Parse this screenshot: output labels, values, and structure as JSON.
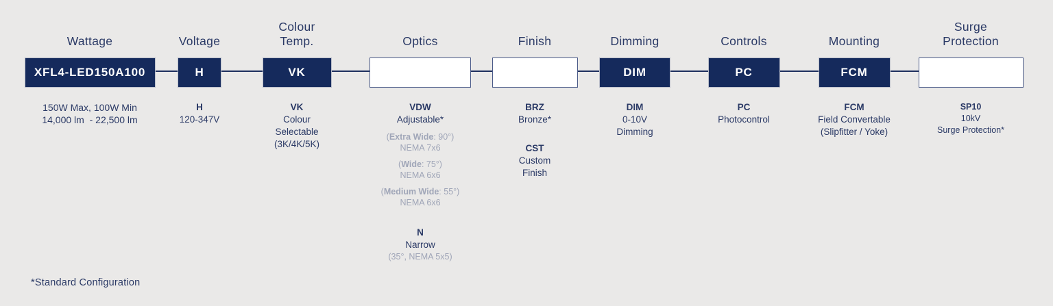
{
  "colors": {
    "background": "#eae9e8",
    "box_fill_navy": "#152a5c",
    "connector_navy": "#1d2f5e",
    "text_navy": "#2b3a66",
    "muted_gray": "#a0a6b8",
    "dark_box_border": "#b9bdc9",
    "empty_box_border": "#4a5a88",
    "box_label_white": "#ffffff"
  },
  "footnote": "*Standard Configuration",
  "columns": [
    {
      "id": "wattage",
      "header_lines": [
        "Wattage"
      ],
      "box": {
        "code": "XFL4-LED150A100",
        "filled": true
      },
      "blocks": [
        {
          "gap": 0,
          "lines": [
            {
              "text": "150W Max, 100W Min",
              "bold": false,
              "color": "navy"
            },
            {
              "text": "14,000 lm  - 22,500 lm",
              "bold": false,
              "color": "navy"
            }
          ]
        }
      ]
    },
    {
      "id": "voltage",
      "header_lines": [
        "Voltage"
      ],
      "box": {
        "code": "H",
        "filled": true
      },
      "blocks": [
        {
          "gap": 0,
          "lines": [
            {
              "text": "H",
              "bold": true,
              "color": "navy"
            },
            {
              "text": "120-347V",
              "bold": false,
              "color": "navy"
            }
          ]
        }
      ]
    },
    {
      "id": "colour-temp",
      "header_lines": [
        "Colour",
        "Temp."
      ],
      "box": {
        "code": "VK",
        "filled": true
      },
      "blocks": [
        {
          "gap": 0,
          "lines": [
            {
              "text": "VK",
              "bold": true,
              "color": "navy"
            },
            {
              "text": "Colour",
              "bold": false,
              "color": "navy"
            },
            {
              "text": "Selectable",
              "bold": false,
              "color": "navy"
            },
            {
              "text": "(3K/4K/5K)",
              "bold": false,
              "color": "navy"
            }
          ]
        }
      ]
    },
    {
      "id": "optics",
      "header_lines": [
        "Optics"
      ],
      "box": {
        "code": "",
        "filled": false
      },
      "blocks": [
        {
          "gap": 0,
          "lines": [
            {
              "text": "VDW",
              "bold": true,
              "color": "navy"
            },
            {
              "text": "Adjustable*",
              "bold": false,
              "color": "navy"
            }
          ]
        },
        {
          "gap": 8,
          "lines": [
            {
              "parts": [
                {
                  "text": "(",
                  "bold": false
                },
                {
                  "text": "Extra Wide",
                  "bold": true
                },
                {
                  "text": ": 90°)",
                  "bold": false
                }
              ],
              "color": "gray"
            },
            {
              "text": "NEMA 7x6",
              "bold": false,
              "color": "gray"
            }
          ]
        },
        {
          "gap": 8,
          "lines": [
            {
              "parts": [
                {
                  "text": "(",
                  "bold": false
                },
                {
                  "text": "Wide",
                  "bold": true
                },
                {
                  "text": ": 75°)",
                  "bold": false
                }
              ],
              "color": "gray"
            },
            {
              "text": "NEMA 6x6",
              "bold": false,
              "color": "gray"
            }
          ]
        },
        {
          "gap": 8,
          "lines": [
            {
              "parts": [
                {
                  "text": "(",
                  "bold": false
                },
                {
                  "text": "Medium Wide",
                  "bold": true
                },
                {
                  "text": ": 55°)",
                  "bold": false
                }
              ],
              "color": "gray"
            },
            {
              "text": "NEMA 6x6",
              "bold": false,
              "color": "gray"
            }
          ]
        },
        {
          "gap": 27,
          "lines": [
            {
              "text": "N",
              "bold": true,
              "color": "navy"
            },
            {
              "text": "Narrow",
              "bold": false,
              "color": "navy"
            },
            {
              "text": "(35°, NEMA 5x5)",
              "bold": false,
              "color": "gray"
            }
          ]
        }
      ]
    },
    {
      "id": "finish",
      "header_lines": [
        "Finish"
      ],
      "box": {
        "code": "",
        "filled": false
      },
      "blocks": [
        {
          "gap": 0,
          "lines": [
            {
              "text": "BRZ",
              "bold": true,
              "color": "navy"
            },
            {
              "text": "Bronze*",
              "bold": false,
              "color": "navy"
            }
          ]
        },
        {
          "gap": 24,
          "lines": [
            {
              "text": "CST",
              "bold": true,
              "color": "navy"
            },
            {
              "text": "Custom",
              "bold": false,
              "color": "navy"
            },
            {
              "text": "Finish",
              "bold": false,
              "color": "navy"
            }
          ]
        }
      ]
    },
    {
      "id": "dimming",
      "header_lines": [
        "Dimming"
      ],
      "box": {
        "code": "DIM",
        "filled": true
      },
      "blocks": [
        {
          "gap": 0,
          "lines": [
            {
              "text": "DIM",
              "bold": true,
              "color": "navy"
            },
            {
              "text": "0-10V",
              "bold": false,
              "color": "navy"
            },
            {
              "text": "Dimming",
              "bold": false,
              "color": "navy"
            }
          ]
        }
      ]
    },
    {
      "id": "controls",
      "header_lines": [
        "Controls"
      ],
      "box": {
        "code": "PC",
        "filled": true
      },
      "blocks": [
        {
          "gap": 0,
          "lines": [
            {
              "text": "PC",
              "bold": true,
              "color": "navy"
            },
            {
              "text": "Photocontrol",
              "bold": false,
              "color": "navy"
            }
          ]
        }
      ]
    },
    {
      "id": "mounting",
      "header_lines": [
        "Mounting"
      ],
      "box": {
        "code": "FCM",
        "filled": true
      },
      "blocks": [
        {
          "gap": 0,
          "lines": [
            {
              "text": "FCM",
              "bold": true,
              "color": "navy"
            },
            {
              "text": "Field Convertable",
              "bold": false,
              "color": "navy"
            },
            {
              "text": "(Slipfitter / Yoke)",
              "bold": false,
              "color": "navy"
            }
          ]
        }
      ]
    },
    {
      "id": "surge-protection",
      "header_lines": [
        "Surge",
        "Protection"
      ],
      "box": {
        "code": "",
        "filled": false
      },
      "blocks": [
        {
          "gap": 0,
          "lines": [
            {
              "text": "SP10",
              "bold": true,
              "color": "navy"
            },
            {
              "text": "10kV",
              "bold": false,
              "color": "navy"
            },
            {
              "text": "Surge Protection*",
              "bold": false,
              "color": "navy"
            }
          ]
        }
      ]
    }
  ]
}
